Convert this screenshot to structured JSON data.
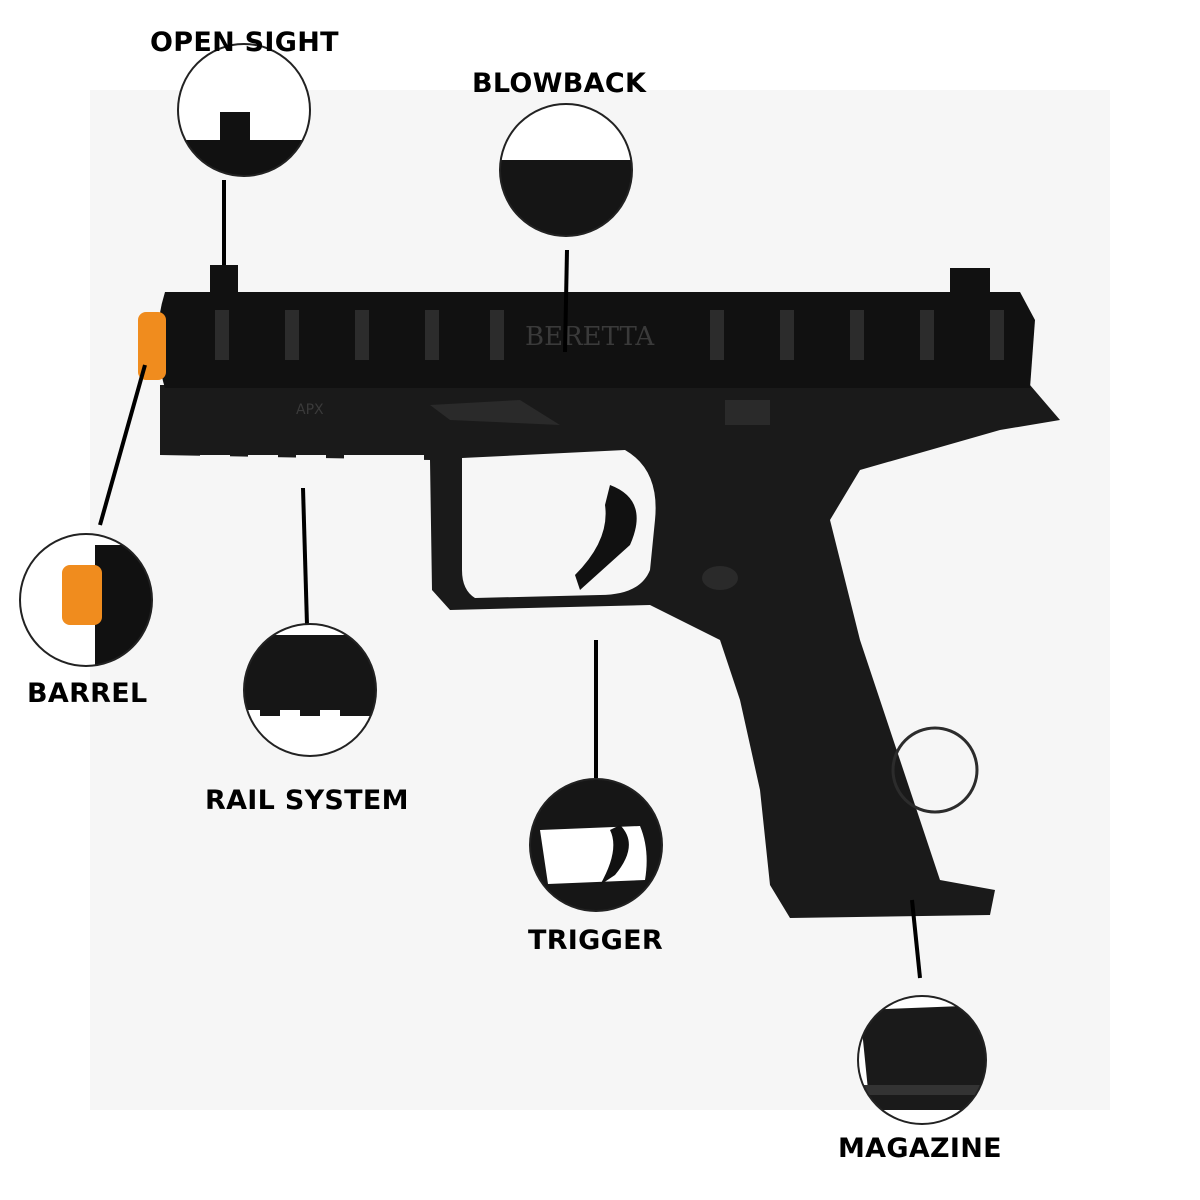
{
  "labels": {
    "open_sight": "OPEN SIGHT",
    "blowback": "BLOWBACK",
    "barrel": "BARREL",
    "rail_system": "RAIL SYSTEM",
    "trigger": "TRIGGER",
    "magazine": "MAGAZINE"
  },
  "product_markings": {
    "slide_brand": "BERETTA",
    "frame_model": "APX"
  },
  "colors": {
    "gun_body": "#161616",
    "barrel_tip": "#f08c1e",
    "callout_line": "#000000",
    "background_panel": "#f6f6f6"
  }
}
